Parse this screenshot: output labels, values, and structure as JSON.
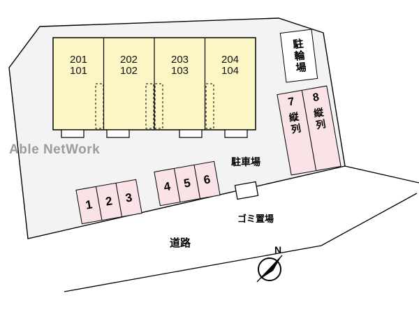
{
  "watermark": "Able NetWork",
  "building": {
    "units": [
      {
        "floor2": "201",
        "floor1": "101"
      },
      {
        "floor2": "202",
        "floor1": "102"
      },
      {
        "floor2": "203",
        "floor1": "103"
      },
      {
        "floor2": "204",
        "floor1": "104"
      }
    ]
  },
  "areas": {
    "bicycle_parking": "駐輪場",
    "parking_lot": "駐車場",
    "garbage_area": "ゴミ置場",
    "road": "道路"
  },
  "parking_spaces": {
    "row_a": [
      "1",
      "2",
      "3"
    ],
    "row_b": [
      "4",
      "5",
      "6"
    ],
    "tandem": [
      {
        "number": "7",
        "type": "縦列"
      },
      {
        "number": "8",
        "type": "縦列"
      }
    ]
  },
  "compass": {
    "north": "N"
  },
  "colors": {
    "site_fill": "#f3f3f3",
    "building_fill": "#fcf6c5",
    "parking_fill": "#fae3e7",
    "outline": "#000000",
    "watermark": "#9c9c9c"
  }
}
